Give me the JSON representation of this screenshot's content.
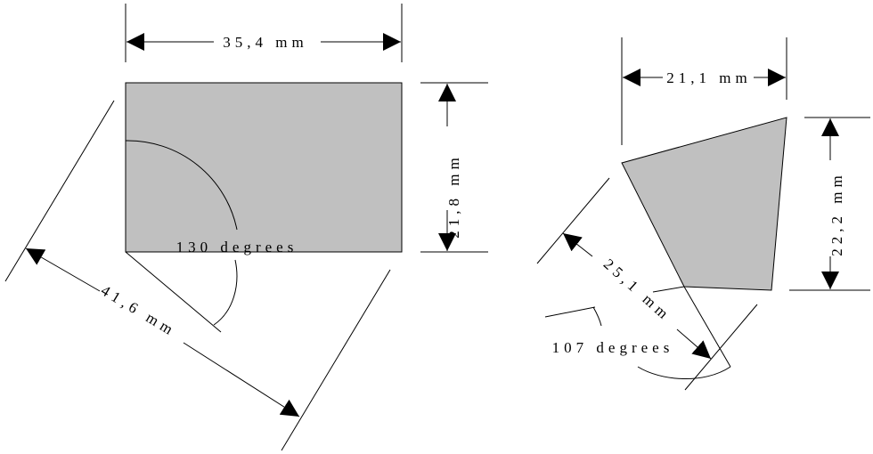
{
  "colors": {
    "shape_fill": "#c0c0c0",
    "stroke": "#000000"
  },
  "left_figure": {
    "width_label": "35,4 mm",
    "height_label": "21,8 mm",
    "diagonal_label": "41,6 mm",
    "angle_label": "130 degrees"
  },
  "right_figure": {
    "width_label": "21,1 mm",
    "height_label": "22,2 mm",
    "slant_label": "25,1 mm",
    "angle_label": "107 degrees"
  }
}
